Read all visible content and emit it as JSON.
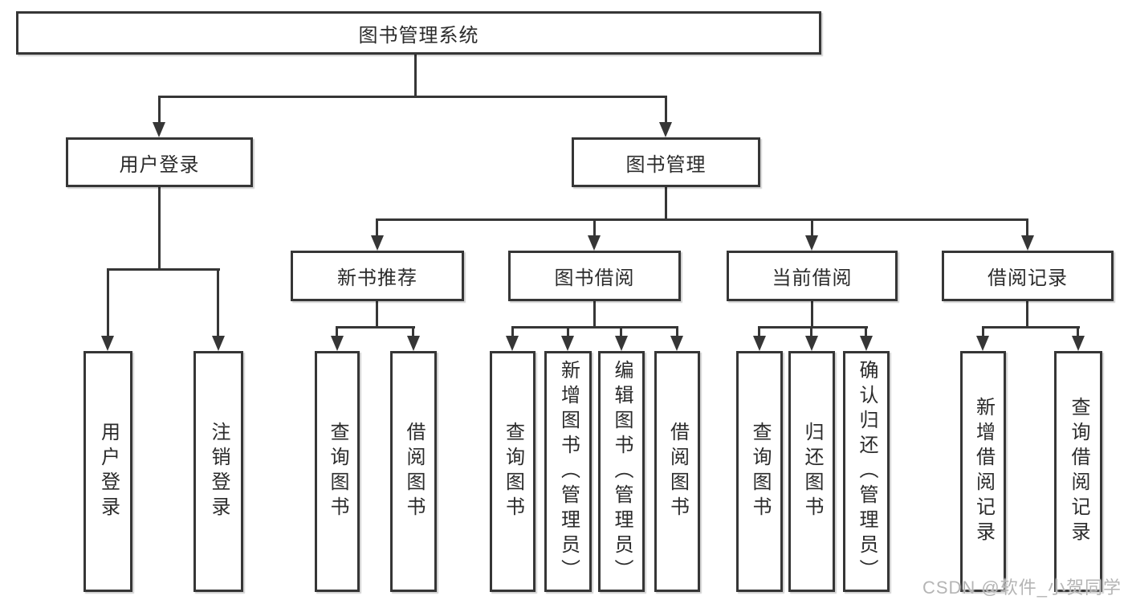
{
  "diagram": {
    "type": "hierarchy-tree",
    "title": "图书管理系统",
    "watermark": "CSDN @软件_小贺同学",
    "colors": {
      "background": "#ffffff",
      "line": "#363636",
      "box_border": "#363636",
      "box_fill": "#ffffff",
      "text": "#2b2b2b",
      "watermark": "#b5b5b5"
    }
  },
  "nodes": {
    "root": {
      "label": "图书管理系统",
      "parent": null
    },
    "user_login": {
      "label": "用户登录",
      "parent": "root"
    },
    "book_mgmt": {
      "label": "图书管理",
      "parent": "root"
    },
    "login": {
      "label": "用户登录",
      "parent": "user_login"
    },
    "logout": {
      "label": "注销登录",
      "parent": "user_login"
    },
    "new_rec": {
      "label": "新书推荐",
      "parent": "book_mgmt"
    },
    "borrow": {
      "label": "图书借阅",
      "parent": "book_mgmt"
    },
    "current": {
      "label": "当前借阅",
      "parent": "book_mgmt"
    },
    "records": {
      "label": "借阅记录",
      "parent": "book_mgmt"
    },
    "rec_query": {
      "label": "查询图书",
      "parent": "new_rec"
    },
    "rec_borrow": {
      "label": "借阅图书",
      "parent": "new_rec"
    },
    "bor_query": {
      "label": "查询图书",
      "parent": "borrow"
    },
    "bor_add": {
      "label": "新增图书（管理员）",
      "parent": "borrow"
    },
    "bor_edit": {
      "label": "编辑图书（管理员）",
      "parent": "borrow"
    },
    "bor_borrow": {
      "label": "借阅图书",
      "parent": "borrow"
    },
    "cur_query": {
      "label": "查询图书",
      "parent": "current"
    },
    "cur_return": {
      "label": "归还图书",
      "parent": "current"
    },
    "cur_confirm": {
      "label": "确认归还（管理员）",
      "parent": "current"
    },
    "recs_add": {
      "label": "新增借阅记录",
      "parent": "records"
    },
    "recs_query": {
      "label": "查询借阅记录",
      "parent": "records"
    }
  }
}
